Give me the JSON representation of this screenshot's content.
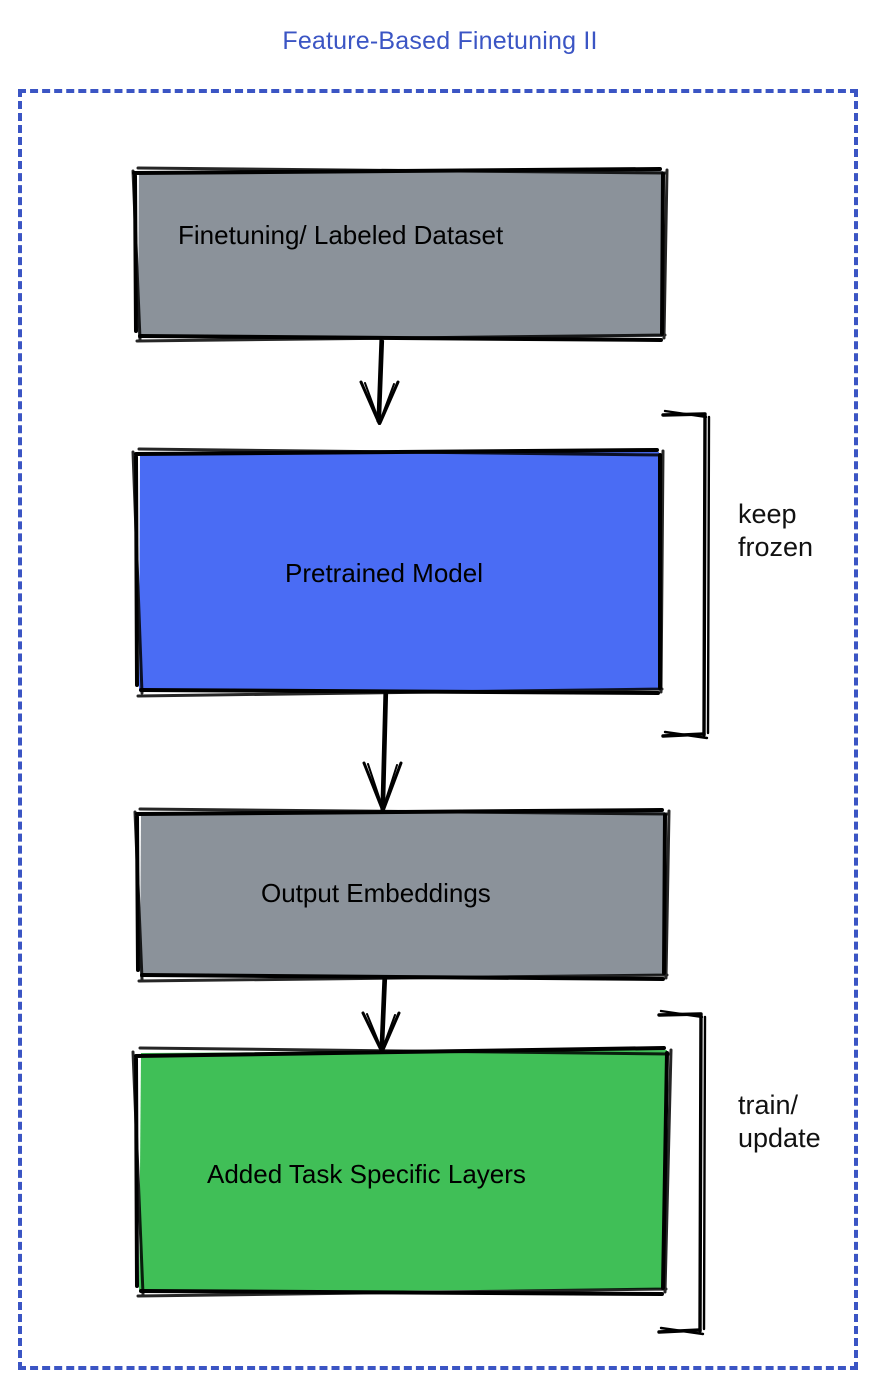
{
  "diagram": {
    "title": "Feature-Based Finetuning II",
    "title_color": "#3b55c4",
    "frame_border_color": "#3b55c4",
    "background": "#ffffff",
    "nodes": [
      {
        "id": "dataset",
        "label": "Finetuning/ Labeled Dataset",
        "fill": "#8b929a",
        "stroke": "#000000"
      },
      {
        "id": "pretrained-model",
        "label": "Pretrained Model",
        "fill": "#4a6cf4",
        "stroke": "#000000"
      },
      {
        "id": "output-embeddings",
        "label": "Output Embeddings",
        "fill": "#8b929a",
        "stroke": "#000000"
      },
      {
        "id": "task-layers",
        "label": "Added Task Specific Layers",
        "fill": "#40bf57",
        "stroke": "#000000"
      }
    ],
    "annotations": [
      {
        "id": "keep-frozen",
        "line1": "keep",
        "line2": "frozen",
        "target": "pretrained-model"
      },
      {
        "id": "train-update",
        "line1": "train/",
        "line2": "update",
        "target": "task-layers"
      }
    ],
    "edges": [
      {
        "from": "dataset",
        "to": "pretrained-model",
        "style": "hand-drawn-arrow"
      },
      {
        "from": "pretrained-model",
        "to": "output-embeddings",
        "style": "hand-drawn-arrow"
      },
      {
        "from": "output-embeddings",
        "to": "task-layers",
        "style": "hand-drawn-arrow"
      }
    ]
  }
}
